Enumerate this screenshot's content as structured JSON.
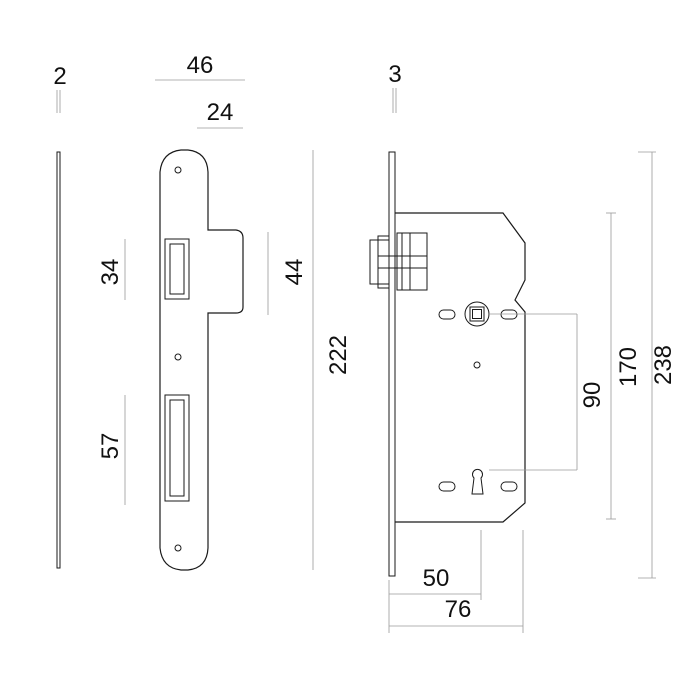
{
  "diagram": {
    "plate_thickness": "2",
    "face_thickness": "3",
    "strike_plate": {
      "width": "46",
      "tongue_width": "24",
      "latch_opening_height": "34",
      "tongue_height": "44",
      "bolt_opening_height": "57",
      "overall_height": "222"
    },
    "lock_body": {
      "centers_distance": "90",
      "case_height": "170",
      "overall_height": "238",
      "backset": "50",
      "case_depth": "76"
    }
  },
  "colors": {
    "outline": "#1a1a1a",
    "dimension_line": "#9a9a9a",
    "text": "#111111"
  }
}
